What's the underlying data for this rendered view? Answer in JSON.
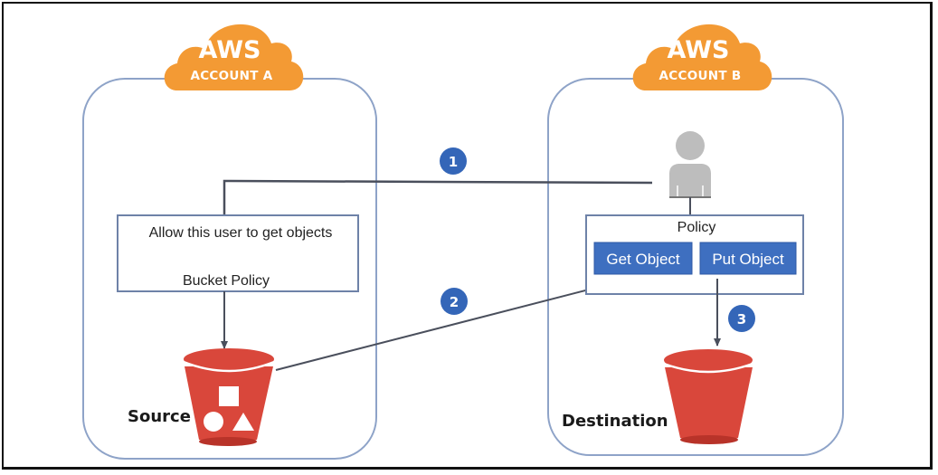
{
  "accounts": [
    {
      "cloud_title": "AWS",
      "cloud_subtitle": "ACCOUNT A"
    },
    {
      "cloud_title": "AWS",
      "cloud_subtitle": "ACCOUNT B"
    }
  ],
  "bucket_policy": {
    "statement": "Allow this user to get objects",
    "title": "Bucket Policy"
  },
  "user_policy": {
    "title": "Policy",
    "actions": [
      "Get Object",
      "Put Object"
    ]
  },
  "buckets": {
    "source_label": "Source",
    "destination_label": "Destination"
  },
  "steps": [
    "1",
    "2",
    "3"
  ],
  "colors": {
    "cloud": "#F39A34",
    "bucket": "#D9473B",
    "bucket_dark": "#B83329",
    "action_button": "#3E6FC0",
    "badge": "#3466B8",
    "container_border": "#8EA3C8",
    "arrow": "#4A4F5C",
    "user_icon": "#BDBDBD"
  }
}
